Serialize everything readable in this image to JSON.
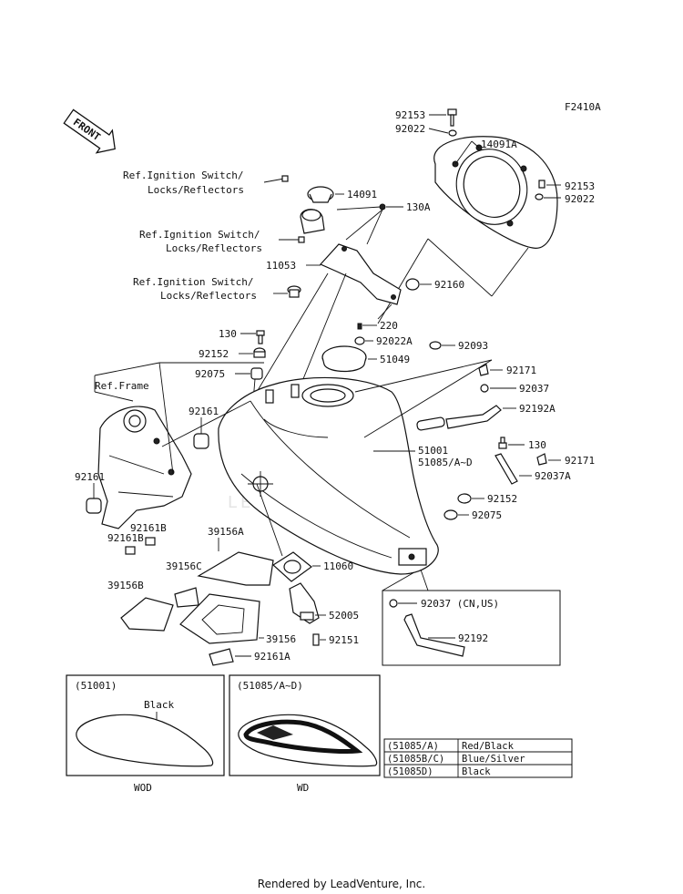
{
  "diagram": {
    "figure_code": "F2410A",
    "front_arrow_label": "FRONT",
    "watermark": "LEADVENTURE",
    "labels": {
      "p92153_top": "92153",
      "p92022_top": "92022",
      "p14091A": "14091A",
      "p92153_r": "92153",
      "p92022_r": "92022",
      "p14091": "14091",
      "p130A": "130A",
      "p11053": "11053",
      "p92160": "92160",
      "p220": "220",
      "p92022A": "92022A",
      "p92093": "92093",
      "p130": "130",
      "p92152": "92152",
      "p92075": "92075",
      "p51049": "51049",
      "p92171_a": "92171",
      "p92037": "92037",
      "p92192A": "92192A",
      "p51001": "51001",
      "p51085": "51085/A~D",
      "p130_r": "130",
      "p92171_b": "92171",
      "p92037A": "92037A",
      "p92152_r": "92152",
      "p92075_r": "92075",
      "p92161_a": "92161",
      "p92161_b": "92161",
      "p92161B_a": "92161B",
      "p92161B_b": "92161B",
      "p39156A": "39156A",
      "p39156C": "39156C",
      "p39156B": "39156B",
      "p39156": "39156",
      "p11060": "11060",
      "p52005": "52005",
      "p92151": "92151",
      "p92161A": "92161A",
      "p92037_cn": "92037 (CN,US)",
      "p92192": "92192",
      "ref_frame": "Ref.Frame",
      "ref_ign1_a": "Ref.Ignition Switch/",
      "ref_ign1_b": "Locks/Reflectors",
      "ref_ign2_a": "Ref.Ignition Switch/",
      "ref_ign2_b": "Locks/Reflectors",
      "ref_ign3_a": "Ref.Ignition Switch/",
      "ref_ign3_b": "Locks/Reflectors"
    },
    "inset_left": {
      "header": "(51001)",
      "color": "Black",
      "caption": "WOD"
    },
    "inset_right": {
      "header": "(51085/A~D)",
      "caption": "WD",
      "table": [
        {
          "code": "(51085/A)",
          "color": "Red/Black"
        },
        {
          "code": "(51085B/C)",
          "color": "Blue/Silver"
        },
        {
          "code": "(51085D)",
          "color": "Black"
        }
      ]
    }
  },
  "footer": "Rendered by LeadVenture, Inc."
}
